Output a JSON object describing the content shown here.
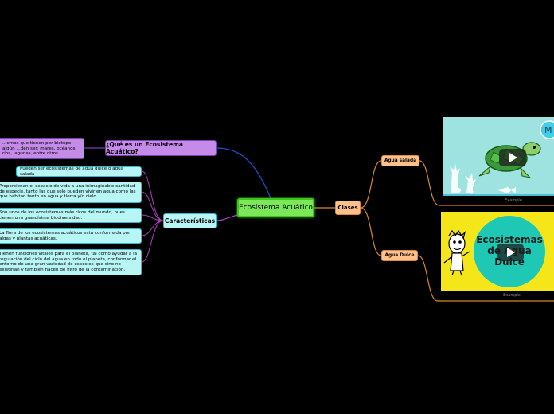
{
  "central": {
    "label": "Ecosistema Acuático"
  },
  "que_es": {
    "label": "¿Qué es un Ecosistema Acuático?",
    "detail": "...emas que tienen por biotopo algún ...den ser: mares, océanos, ríos, lagunas, entre otros."
  },
  "caracteristicas": {
    "label": "Características",
    "items": [
      "Pueden ser ecosistemas de agua dulce o agua salada",
      "Proporcionan el espacio de vida a una inimaginable cantidad de especie, tanto las que solo pueden vivir en agua como las que habitan tanto en agua y tierra y/o cielo.",
      "Son unos de los ecosistemas más ricos del mundo, pues tienen una grandísima biodiversidad.",
      "La flora de los ecosistemas acuáticos está conformada por algas y plantas acuáticas.",
      "Tienen funciones vitales para el planeta, tal como ayudar a la regulación del ciclo del agua en todo el planeta, conformar el entorno de una gran variedad de especies que sino no existirían y también hacen de filtro de la contaminación."
    ]
  },
  "clases": {
    "label": "Clases",
    "agua_salada": {
      "label": "Agua salada",
      "video_title": "M",
      "caption": "Example"
    },
    "agua_dulce": {
      "label": "Agua Dulce",
      "video_title": "Ecosistemas de Agua Dulce",
      "caption": "Example"
    }
  },
  "colors": {
    "central": "#7be85a",
    "que_es": "#c48be8",
    "caracteristicas": "#b8f5f5",
    "clases": "#ffc08a",
    "link_blue": "#1e4fd8",
    "link_purple": "#b040c0",
    "link_orange": "#d8882a"
  }
}
